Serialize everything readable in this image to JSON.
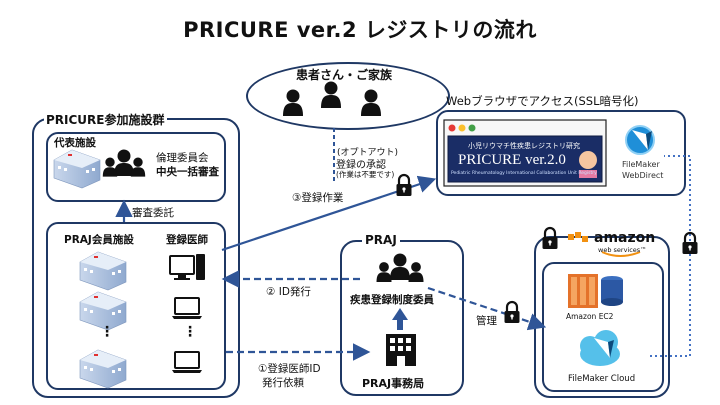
{
  "title": "PRICURE ver.2 レジストリの流れ",
  "family": {
    "label": "患者さん・ご家族"
  },
  "browser_access": {
    "label": "Webブラウザでアクセス(SSL暗号化)"
  },
  "optout": {
    "line1": "(オプトアウト)",
    "line2": "登録の承認",
    "line3": "(作業は不要です)"
  },
  "registration_step": {
    "label": "③登録作業"
  },
  "facilities": {
    "group_label": "PRICURE参加施設群",
    "representative_label": "代表施設",
    "ethics_line1": "倫理委員会",
    "ethics_line2": "中央一括審査",
    "review_request": "審査委託",
    "member_facilities": "PRAJ会員施設",
    "registering_doctor": "登録医師",
    "ellipsis": "⋮"
  },
  "id_issue": {
    "label": "② ID発行"
  },
  "id_request": {
    "line1": "①登録医師ID",
    "line2": "発行依頼"
  },
  "praj": {
    "label": "PRAJ",
    "committee": "疾患登録制度委員",
    "office": "PRAJ事務局"
  },
  "management": {
    "label": "管理"
  },
  "app_window": {
    "subtitle": "小児リウマチ性疾患レジストリ研究",
    "name": "PRICURE ver.2.0",
    "tagline": "Pediatric Rheumatology International Collaboration Unit Registry"
  },
  "filemaker_webdirect": {
    "line1": "FileMaker",
    "line2": "WebDirect"
  },
  "aws": {
    "brand": "amazon",
    "brand_sub": "web services™",
    "ec2": "Amazon EC2",
    "cloud": "FileMaker Cloud"
  },
  "colors": {
    "border": "#1f3864",
    "arrow": "#2f5597",
    "dotted": "#4472c4"
  }
}
